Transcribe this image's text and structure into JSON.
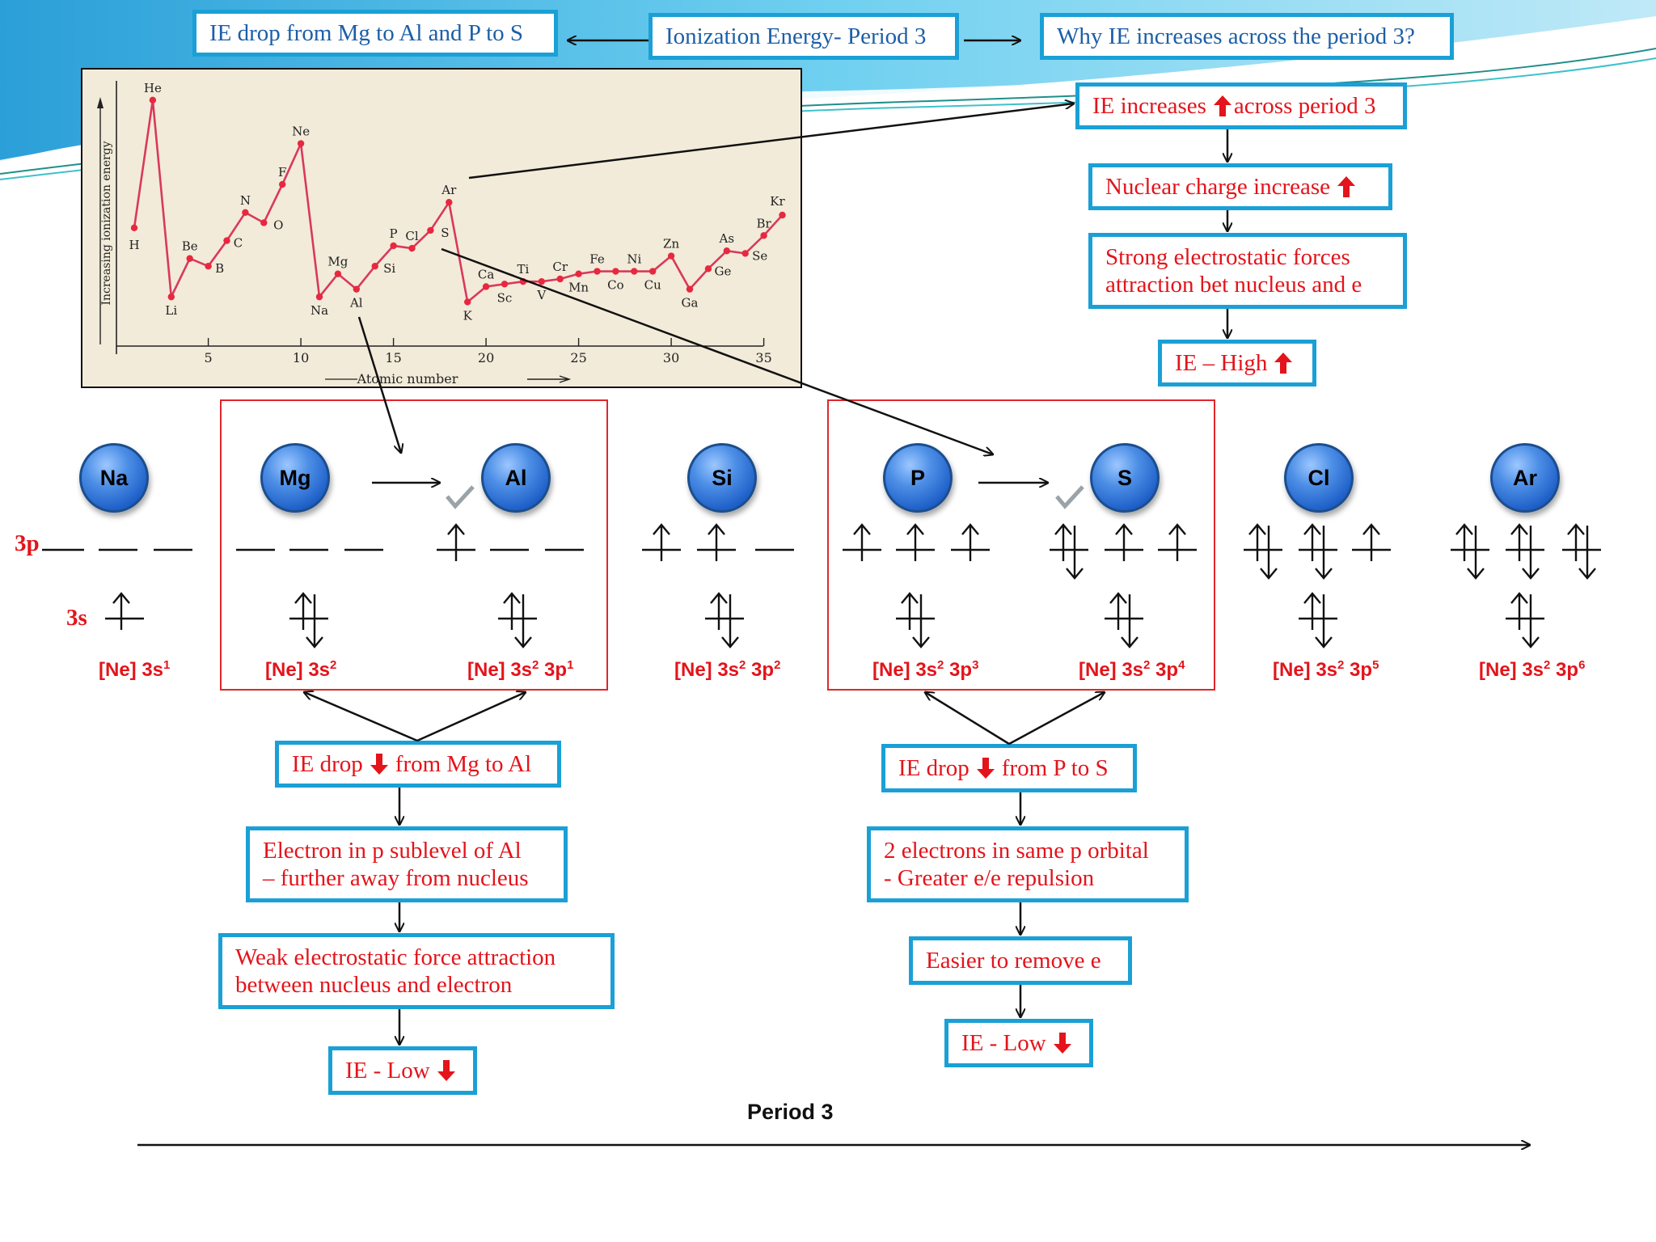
{
  "header": {
    "title": "Ionization Energy- Period 3",
    "left_box": "IE drop from Mg to Al and P to S",
    "right_box": "Why IE increases across the period 3?"
  },
  "chart_data": {
    "type": "line",
    "ylabel": "Increasing ionization energy",
    "xlabel": "Atomic number",
    "xticks": [
      5,
      10,
      15,
      20,
      25,
      30,
      35
    ],
    "xlim": [
      0,
      36
    ],
    "ylim": [
      0,
      100
    ],
    "points": [
      {
        "label": "H",
        "x": 1,
        "y": 45
      },
      {
        "label": "He",
        "x": 2,
        "y": 95
      },
      {
        "label": "Li",
        "x": 3,
        "y": 18
      },
      {
        "label": "Be",
        "x": 4,
        "y": 33
      },
      {
        "label": "B",
        "x": 5,
        "y": 30
      },
      {
        "label": "C",
        "x": 6,
        "y": 40
      },
      {
        "label": "N",
        "x": 7,
        "y": 51
      },
      {
        "label": "O",
        "x": 8,
        "y": 47
      },
      {
        "label": "F",
        "x": 9,
        "y": 62
      },
      {
        "label": "Ne",
        "x": 10,
        "y": 78
      },
      {
        "label": "Na",
        "x": 11,
        "y": 18
      },
      {
        "label": "Mg",
        "x": 12,
        "y": 27
      },
      {
        "label": "Al",
        "x": 13,
        "y": 21
      },
      {
        "label": "Si",
        "x": 14,
        "y": 30
      },
      {
        "label": "P",
        "x": 15,
        "y": 38
      },
      {
        "label": "Cl",
        "x": 16,
        "y": 37
      },
      {
        "label": "S",
        "x": 17,
        "y": 44
      },
      {
        "label": "Ar",
        "x": 18,
        "y": 55
      },
      {
        "label": "K",
        "x": 19,
        "y": 16
      },
      {
        "label": "Ca",
        "x": 20,
        "y": 22
      },
      {
        "label": "Sc",
        "x": 21,
        "y": 23
      },
      {
        "label": "Ti",
        "x": 22,
        "y": 24
      },
      {
        "label": "V",
        "x": 23,
        "y": 24
      },
      {
        "label": "Cr",
        "x": 24,
        "y": 25
      },
      {
        "label": "Mn",
        "x": 25,
        "y": 27
      },
      {
        "label": "Fe",
        "x": 26,
        "y": 28
      },
      {
        "label": "Co",
        "x": 27,
        "y": 28
      },
      {
        "label": "Ni",
        "x": 28,
        "y": 28
      },
      {
        "label": "Cu",
        "x": 29,
        "y": 28
      },
      {
        "label": "Zn",
        "x": 30,
        "y": 34
      },
      {
        "label": "Ga",
        "x": 31,
        "y": 21
      },
      {
        "label": "Ge",
        "x": 32,
        "y": 29
      },
      {
        "label": "As",
        "x": 33,
        "y": 36
      },
      {
        "label": "Se",
        "x": 34,
        "y": 35
      },
      {
        "label": "Br",
        "x": 35,
        "y": 42
      },
      {
        "label": "Kr",
        "x": 36,
        "y": 50
      }
    ]
  },
  "right_flow": {
    "step1": "IE increases",
    "step1b": "across period 3",
    "step2": "Nuclear charge increase",
    "step3_line1": "Strong electrostatic forces",
    "step3_line2": "attraction bet nucleus and e",
    "step4": "IE – High"
  },
  "orbital_labels": {
    "p": "3p",
    "s": "3s"
  },
  "elements": [
    {
      "symbol": "Na",
      "config": "[Ne] 3s",
      "sup": "1",
      "config2": "",
      "sup2": ""
    },
    {
      "symbol": "Mg",
      "config": "[Ne] 3s",
      "sup": "2",
      "config2": "",
      "sup2": ""
    },
    {
      "symbol": "Al",
      "config": "[Ne] 3s",
      "sup": "2",
      "config2": " 3p",
      "sup2": "1"
    },
    {
      "symbol": "Si",
      "config": "[Ne] 3s",
      "sup": "2",
      "config2": " 3p",
      "sup2": "2"
    },
    {
      "symbol": "P",
      "config": "[Ne] 3s",
      "sup": "2",
      "config2": " 3p",
      "sup2": "3"
    },
    {
      "symbol": "S",
      "config": "[Ne] 3s",
      "sup": "2",
      "config2": " 3p",
      "sup2": "4"
    },
    {
      "symbol": "Cl",
      "config": "[Ne] 3s",
      "sup": "2",
      "config2": " 3p",
      "sup2": "5"
    },
    {
      "symbol": "Ar",
      "config": "[Ne] 3s",
      "sup": "2",
      "config2": " 3p",
      "sup2": "6"
    }
  ],
  "mg_al_flow": {
    "step1a": "IE drop",
    "step1b": "from Mg to Al",
    "step2_line1": "Electron in p sublevel of Al",
    "step2_line2": "– further away from nucleus",
    "step3_line1": "Weak electrostatic force attraction",
    "step3_line2": "between nucleus and electron",
    "step4": "IE - Low"
  },
  "p_s_flow": {
    "step1a": "IE drop",
    "step1b": "from P to S",
    "step2_line1": "2 electrons in same p orbital",
    "step2_line2": "- Greater e/e repulsion",
    "step3": "Easier to remove e",
    "step4": "IE - Low"
  },
  "period_label": "Period 3",
  "colors": {
    "red": "#e3141b",
    "border_blue": "#1aa0d6",
    "text_blue": "#1c5fa8",
    "atom_blue": "#1e5fc8"
  }
}
